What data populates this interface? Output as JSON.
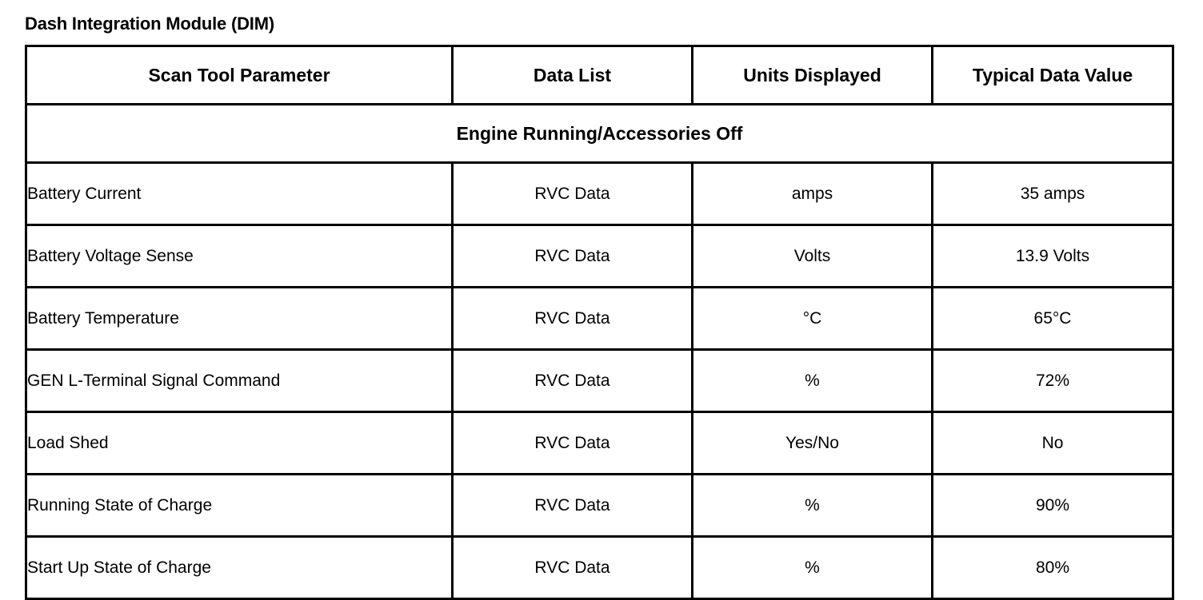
{
  "document": {
    "title": "Dash Integration Module (DIM)"
  },
  "table": {
    "columns": [
      {
        "key": "parameter",
        "label": "Scan Tool Parameter"
      },
      {
        "key": "data_list",
        "label": "Data List"
      },
      {
        "key": "units",
        "label": "Units Displayed"
      },
      {
        "key": "typical",
        "label": "Typical Data Value"
      }
    ],
    "sections": [
      {
        "heading": "Engine Running/Accessories Off",
        "rows": [
          {
            "parameter": "Battery Current",
            "data_list": "RVC Data",
            "units": "amps",
            "typical": "35 amps"
          },
          {
            "parameter": "Battery Voltage Sense",
            "data_list": "RVC Data",
            "units": "Volts",
            "typical": "13.9 Volts"
          },
          {
            "parameter": "Battery Temperature",
            "data_list": "RVC Data",
            "units": "°C",
            "typical": "65°C"
          },
          {
            "parameter": "GEN L-Terminal Signal Command",
            "data_list": "RVC Data",
            "units": "%",
            "typical": "72%"
          },
          {
            "parameter": "Load Shed",
            "data_list": "RVC Data",
            "units": "Yes/No",
            "typical": "No"
          },
          {
            "parameter": "Running State of Charge",
            "data_list": "RVC Data",
            "units": "%",
            "typical": "90%"
          },
          {
            "parameter": "Start Up State of Charge",
            "data_list": "RVC Data",
            "units": "%",
            "typical": "80%"
          }
        ]
      }
    ]
  }
}
